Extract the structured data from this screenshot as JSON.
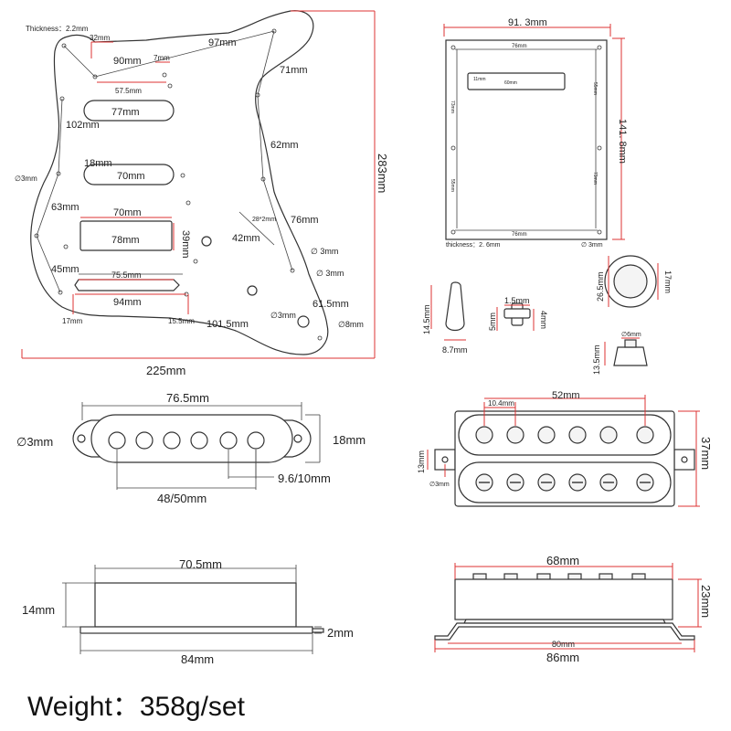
{
  "pickguard": {
    "thickness": "Thickness：2.2mm",
    "d32": "32mm",
    "d97": "97mm",
    "d90": "90mm",
    "d7": "7mm",
    "d71": "71mm",
    "d57_5": "57.5mm",
    "d77": "77mm",
    "d102": "102mm",
    "d62": "62mm",
    "d3a": "∅3mm",
    "d18": "18mm",
    "d70a": "70mm",
    "d63": "63mm",
    "d70b": "70mm",
    "d28": "28*2mm",
    "d76": "76mm",
    "d78": "78mm",
    "d39": "39mm",
    "d42": "42mm",
    "d3b": "∅ 3mm",
    "d45": "45mm",
    "d75_5": "75.5mm",
    "d3c": "∅ 3mm",
    "d94": "94mm",
    "d61_5": "61.5mm",
    "d3d": "∅3mm",
    "d17": "17mm",
    "d15_5": "15.5mm",
    "d101_5": "101.5mm",
    "d8": "∅8mm",
    "d225": "225mm",
    "d283": "283mm"
  },
  "backplate": {
    "d91_3": "91. 3mm",
    "d76a": "76mm",
    "d11": "11mm",
    "d60": "60mm",
    "d55a": "55mm",
    "d73a": "73mm",
    "d141_8": "141. 8mm",
    "d73b": "73mm",
    "d55b": "55mm",
    "d76b": "76mm",
    "thickness": "thickness：2. 6mm",
    "d3": "∅ 3mm"
  },
  "knobs": {
    "d14_5": "14.5mm",
    "d8_7": "8.7mm",
    "d1_5": "1.5mm",
    "d5": "5mm",
    "d4": "4mm",
    "d26_5": "26.5mm",
    "d17": "17mm",
    "d6": "∅6mm",
    "d13_5": "13.5mm"
  },
  "single_coil_top": {
    "d76_5": "76.5mm",
    "d3": "∅3mm",
    "d18": "18mm",
    "d9_6": "9.6/10mm",
    "d48": "48/50mm"
  },
  "humbucker_top": {
    "d10_4": "10.4mm",
    "d52": "52mm",
    "d37": "37mm",
    "d13": "13mm",
    "d3": "∅3mm"
  },
  "single_coil_side": {
    "d70_5": "70.5mm",
    "d14": "14mm",
    "d2": "2mm",
    "d84": "84mm"
  },
  "humbucker_side": {
    "d68": "68mm",
    "d23": "23mm",
    "d80": "80mm",
    "d86": "86mm"
  },
  "weight": "Weight：358g/set"
}
